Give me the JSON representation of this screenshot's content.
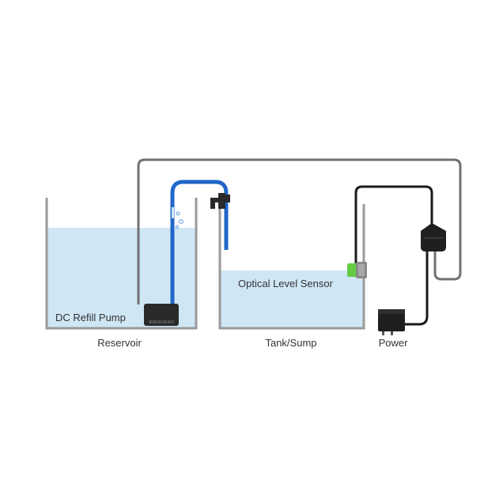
{
  "labels": {
    "pump": "DC Refill Pump",
    "sensor": "Optical Level Sensor",
    "reservoir": "Reservoir",
    "tank": "Tank/Sump",
    "power": "Power"
  },
  "colors": {
    "water": "#cfe6f5",
    "container": "#9a9a9a",
    "tube": "#1f66c8",
    "cable": "#707070",
    "device": "#2a2a2a",
    "sensor": "#66cc44"
  }
}
